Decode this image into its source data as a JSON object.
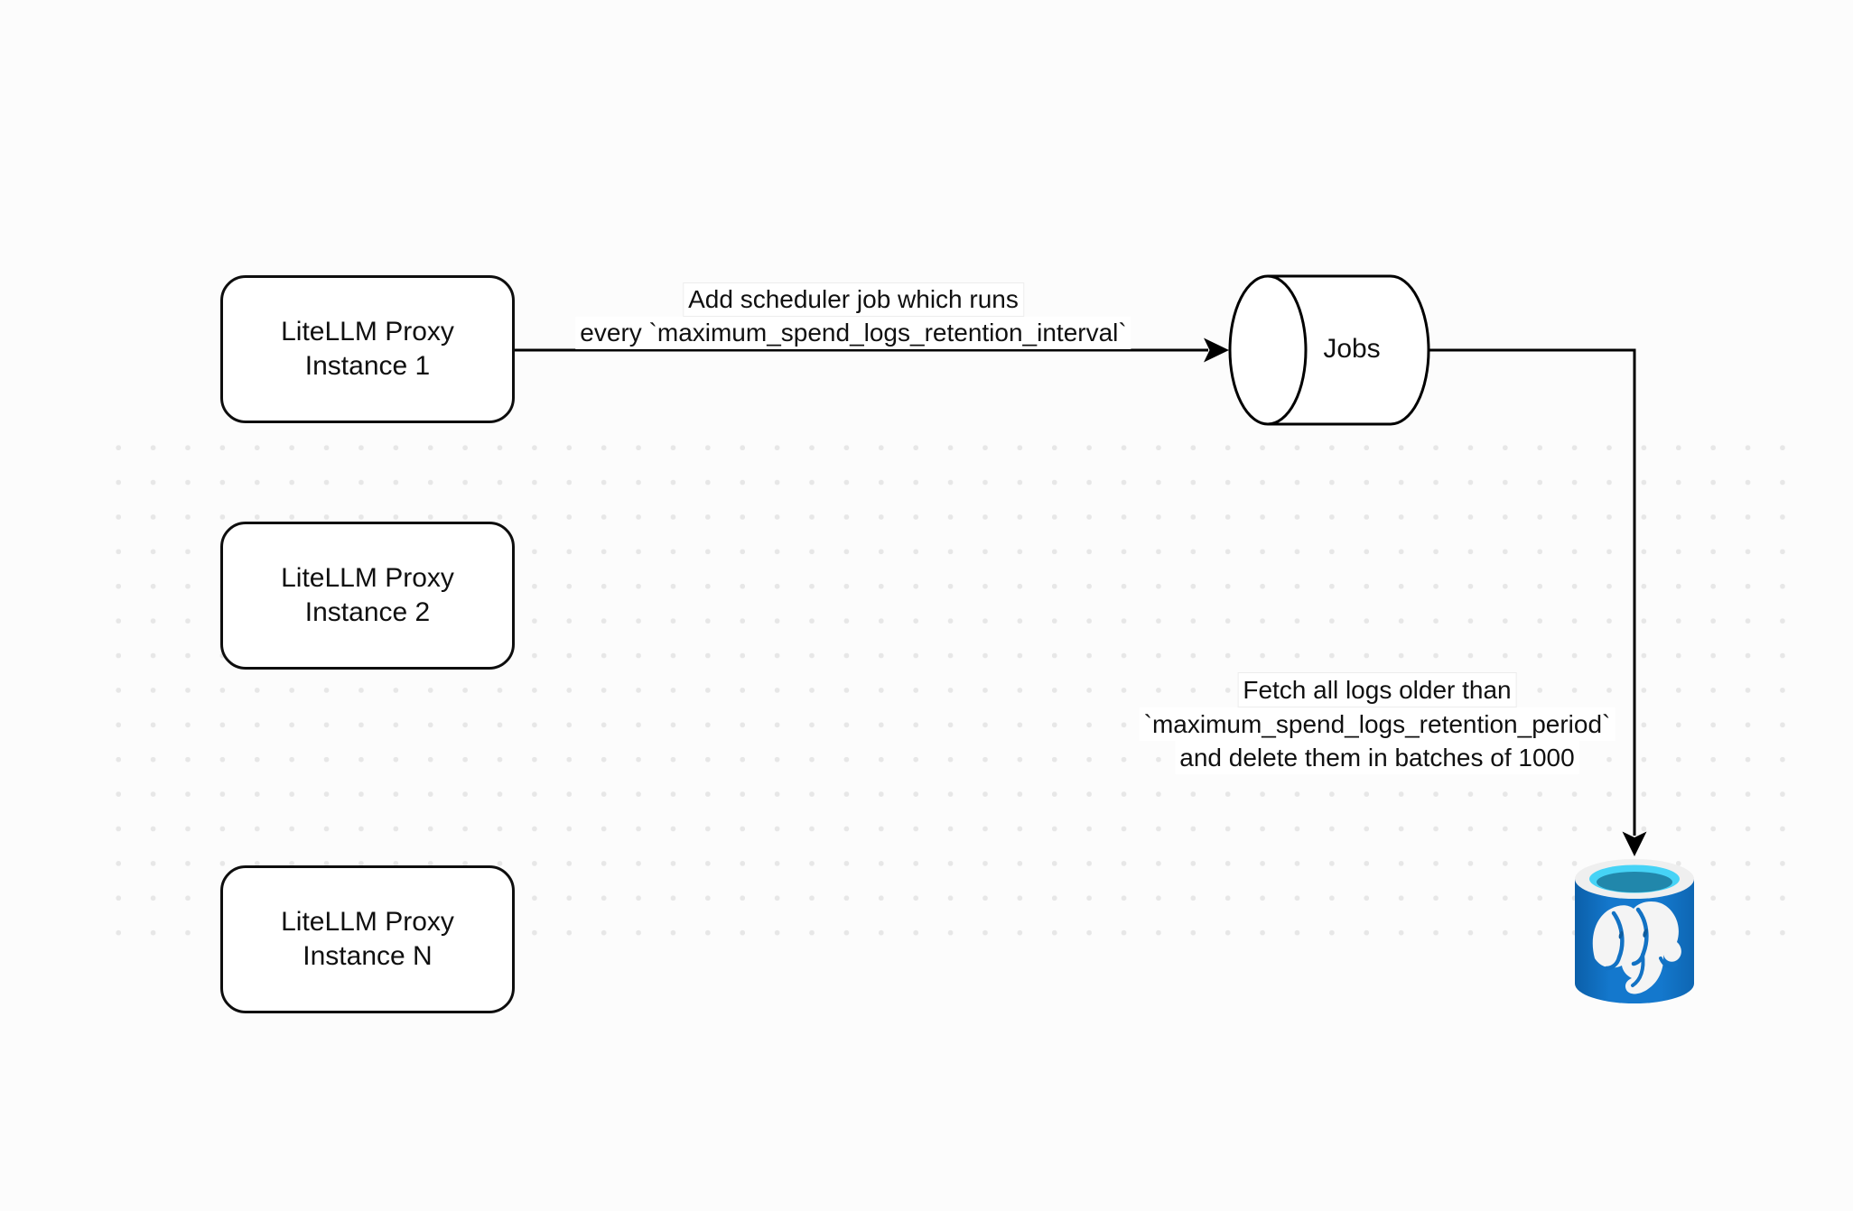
{
  "canvas": {
    "background_color": "#fcfcfc",
    "dot_color": "#e7e7e7",
    "stroke_color": "#000000"
  },
  "nodes": {
    "instance1": {
      "line1": "LiteLLM Proxy",
      "line2": "Instance 1"
    },
    "instance2": {
      "line1": "LiteLLM Proxy",
      "line2": "Instance 2"
    },
    "instanceN": {
      "line1": "LiteLLM Proxy",
      "line2": "Instance N"
    },
    "jobs": {
      "label": "Jobs"
    },
    "postgres": {
      "icon": "postgresql-database-icon",
      "colors": {
        "body": "#1272c4",
        "body_dark": "#0b5fa9",
        "rim": "#efefef",
        "opening": "#46d3f6",
        "opening_inner": "#2187ab",
        "elephant": "#f4f4f4"
      }
    }
  },
  "edges": {
    "scheduler_job": {
      "line1": "Add scheduler job which runs",
      "line2": "every `maximum_spend_logs_retention_interval`"
    },
    "fetch_delete": {
      "line1": "Fetch all logs older than",
      "line2": "`maximum_spend_logs_retention_period`",
      "line3": "and delete them in batches of 1000"
    }
  }
}
